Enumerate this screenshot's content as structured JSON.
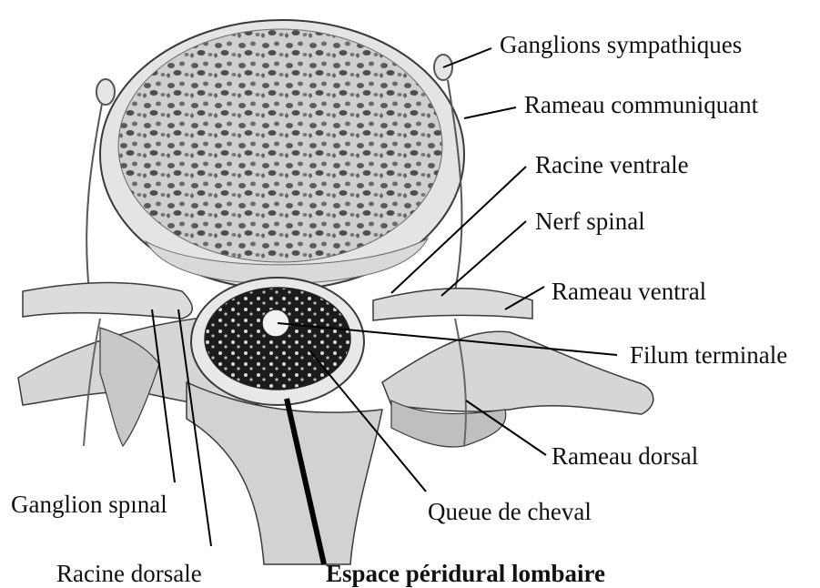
{
  "diagram": {
    "labels": {
      "ganglions_sympathiques": "Ganglions sympathiques",
      "rameau_communiquant": "Rameau communiquant",
      "racine_ventrale": "Racine ventrale",
      "nerf_spinal": "Nerf spinal",
      "rameau_ventral": "Rameau ventral",
      "filum_terminale": "Filum terminale",
      "rameau_dorsal": "Rameau dorsal",
      "queue_de_cheval": "Queue de cheval",
      "ganglion_spinal": "Ganglion spınal",
      "racine_dorsale": "Racine dorsale",
      "espace_peridural": "Espace péridural lombaire"
    },
    "colors": {
      "bone": "#d7d7d7",
      "bone_shadow": "#9e9e9e",
      "cord_dark": "#1c1c1c",
      "outline": "#3a3a3a",
      "leader": "#000000"
    }
  }
}
